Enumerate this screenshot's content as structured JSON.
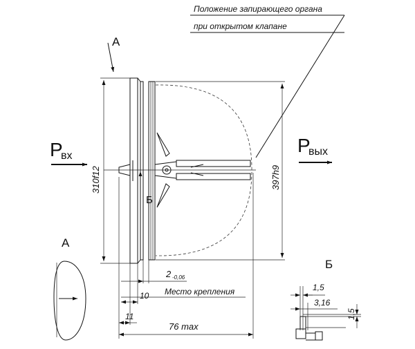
{
  "labels": {
    "view_a_top": "А",
    "view_a_detail": "А",
    "view_b_marker": "Б",
    "view_b_detail": "Б",
    "p_in_letter": "P",
    "p_in_sub": "вх",
    "p_out_letter": "P",
    "p_out_sub": "вых"
  },
  "annotations": {
    "closing_position_line1": "Положение запирающего органа",
    "closing_position_line2": "при открытом клапане",
    "mounting_place": "Место крепления"
  },
  "dimensions": {
    "diam_left": "310f12",
    "diam_right": "397h9",
    "gap_main": "2",
    "gap_tol": "-0,06",
    "ten": "10",
    "eleven": "11",
    "total": "76 max",
    "b_1_5_top": "1,5",
    "b_3_16": "3,16",
    "b_1_5_side": "1,5"
  }
}
